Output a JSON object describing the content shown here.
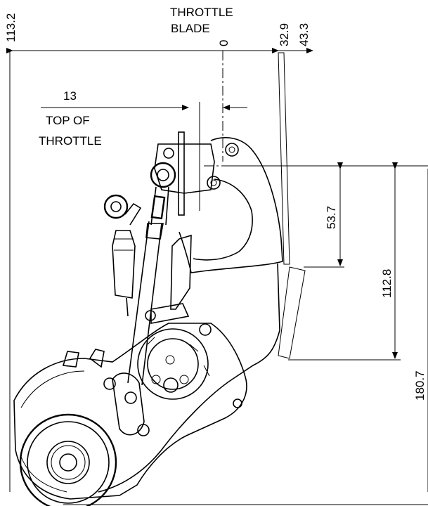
{
  "drawing": {
    "labels": {
      "throttle_line1": "THROTTLE",
      "throttle_line2": "BLADE",
      "zero": "0",
      "top_line1": "TOP OF",
      "top_line2": "THROTTLE"
    },
    "dimensions": {
      "overall_width": "113.2",
      "offset_a": "32.9",
      "offset_b": "43.3",
      "top_offset": "13",
      "height_small": "53.7",
      "height_mid": "112.8",
      "height_total": "180.7"
    }
  }
}
